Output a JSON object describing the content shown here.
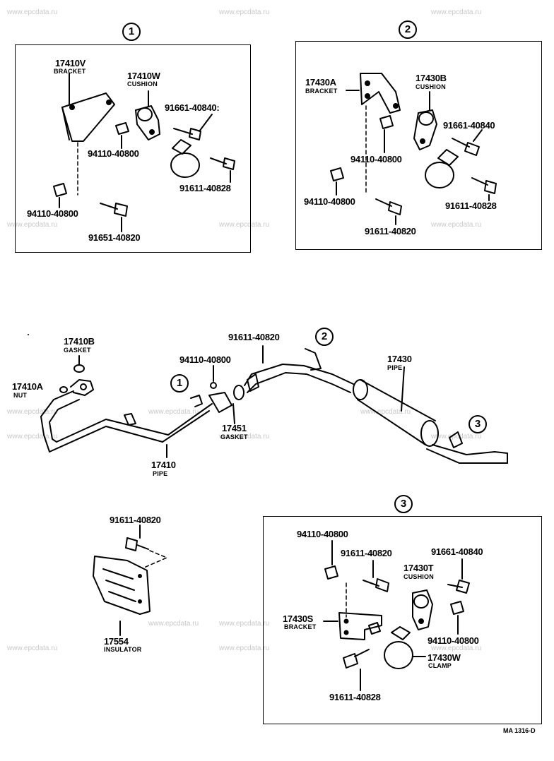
{
  "watermark": "www.epcdata.ru",
  "callouts": {
    "c1": "1",
    "c2": "2",
    "c3": "3"
  },
  "panel1": {
    "bracket_no": "17410V",
    "bracket_name": "BRACKET",
    "cushion_no": "17410W",
    "cushion_name": "CUSHION",
    "bolt_a": "91661-40840:",
    "nut_a": "94110-40800",
    "bolt_b": "91611-40828",
    "nut_b": "94110-40800",
    "bolt_c": "91651-40820"
  },
  "panel2": {
    "bracket_no": "17430A",
    "bracket_name": "BRACKET",
    "cushion_no": "17430B",
    "cushion_name": "CUSHION",
    "bolt_a": "91661-40840",
    "nut_a": "94110-40800",
    "nut_b": "94110-40800",
    "bolt_b": "91611-40828",
    "bolt_c": "91611-40820"
  },
  "main": {
    "gasket_no": "17410B",
    "gasket_name": "GASKET",
    "nut_no": "17410A",
    "nut_name": "NUT",
    "nut_c": "94110-40800",
    "bolt_c": "91611-40820",
    "gasket2_no": "17451",
    "gasket2_name": "GASKET",
    "pipe_front_no": "17410",
    "pipe_front_name": "PIPE",
    "pipe_rear_no": "17430",
    "pipe_rear_name": "PIPE"
  },
  "insulator": {
    "bolt": "91611-40820",
    "no": "17554",
    "name": "INSULATOR"
  },
  "panel3": {
    "nut_a": "94110-40800",
    "bolt_a": "91611-40820",
    "bolt_b": "91661-40840",
    "cushion_no": "17430T",
    "cushion_name": "CUSHION",
    "bracket_no": "17430S",
    "bracket_name": "BRACKET",
    "nut_b": "94110-40800",
    "clamp_no": "17430W",
    "clamp_name": "CLAMP",
    "bolt_c": "91611-40828"
  },
  "figure_code": "MA 1316-D"
}
